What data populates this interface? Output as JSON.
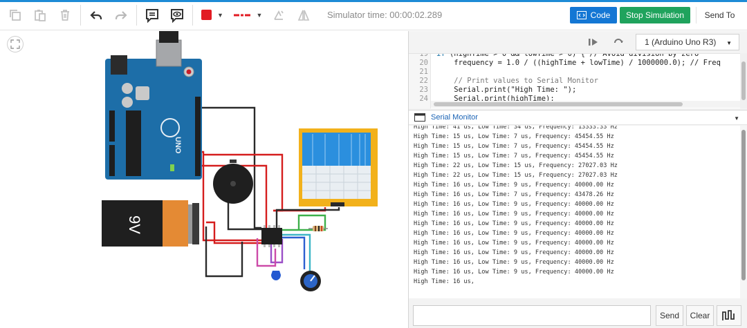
{
  "toolbar": {
    "simulator_time": "Simulator time: 00:00:02.289",
    "code_label": "Code",
    "stop_label": "Stop Simulation",
    "send_to_label": "Send To",
    "wire_color": "#e21b23",
    "icons": [
      "copy-icon",
      "paste-icon",
      "trash-icon",
      "undo-icon",
      "redo-icon",
      "notes-icon",
      "eye-icon",
      "color-picker-icon",
      "line-style-icon",
      "rotate-icon",
      "flip-icon"
    ]
  },
  "canvas": {
    "battery_label": "9V",
    "board": "Arduino Uno",
    "board_text": "UNO"
  },
  "code_panel": {
    "device": "1 (Arduino Uno R3)",
    "lines": [
      {
        "num": "20",
        "code": "    frequency = 1.0 / ((highTime + lowTime) / 1000000.0); // Freq"
      },
      {
        "num": "21",
        "code": ""
      },
      {
        "num": "22",
        "code": "    // Print values to Serial Monitor"
      },
      {
        "num": "23",
        "code": "    Serial.print(\"High Time: \");"
      },
      {
        "num": "24",
        "code": "    Serial.print(highTime);"
      }
    ]
  },
  "serial_monitor": {
    "title": "Serial Monitor",
    "lines": [
      "High Time: 41 us, Low Time: 34 us, Frequency: 13333.33 Hz",
      "High Time: 15 us, Low Time: 7 us, Frequency: 45454.55 Hz",
      "High Time: 15 us, Low Time: 7 us, Frequency: 45454.55 Hz",
      "High Time: 15 us, Low Time: 7 us, Frequency: 45454.55 Hz",
      "High Time: 22 us, Low Time: 15 us, Frequency: 27027.03 Hz",
      "High Time: 22 us, Low Time: 15 us, Frequency: 27027.03 Hz",
      "High Time: 16 us, Low Time: 9 us, Frequency: 40000.00 Hz",
      "High Time: 16 us, Low Time: 7 us, Frequency: 43478.26 Hz",
      "High Time: 16 us, Low Time: 9 us, Frequency: 40000.00 Hz",
      "High Time: 16 us, Low Time: 9 us, Frequency: 40000.00 Hz",
      "High Time: 16 us, Low Time: 9 us, Frequency: 40000.00 Hz",
      "High Time: 16 us, Low Time: 9 us, Frequency: 40000.00 Hz",
      "High Time: 16 us, Low Time: 9 us, Frequency: 40000.00 Hz",
      "High Time: 16 us, Low Time: 9 us, Frequency: 40000.00 Hz",
      "High Time: 16 us, Low Time: 9 us, Frequency: 40000.00 Hz",
      "High Time: 16 us, Low Time: 9 us, Frequency: 40000.00 Hz",
      "High Time: 16 us,"
    ],
    "input_value": "",
    "send_label": "Send",
    "clear_label": "Clear"
  }
}
